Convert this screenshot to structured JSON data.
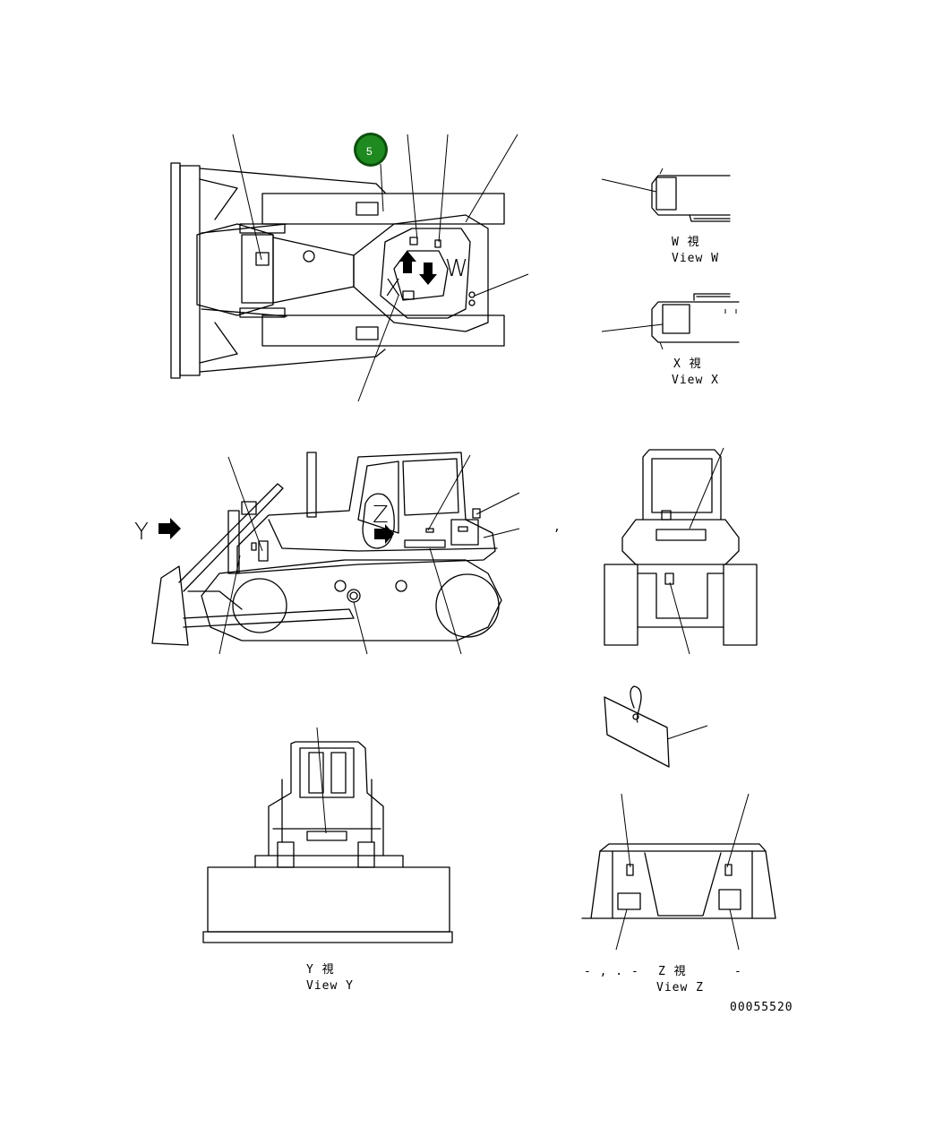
{
  "views": {
    "w": {
      "jp": "W 視",
      "en": "View W"
    },
    "x": {
      "jp": "X 視",
      "en": "View X"
    },
    "y": {
      "jp": "Y 視",
      "en": "View Y"
    },
    "z": {
      "jp": "Z 視",
      "en": "View Z"
    }
  },
  "letters": {
    "w": "W",
    "x": "X",
    "y": "Y",
    "z": "Z"
  },
  "callout": {
    "number": "5",
    "color": "#1f8a1f",
    "ring_color": "#0d4f0d"
  },
  "stray": {
    "comma": ",",
    "z_marks_left": "- , . -",
    "z_marks_right": "-"
  },
  "part_number": "00055520"
}
